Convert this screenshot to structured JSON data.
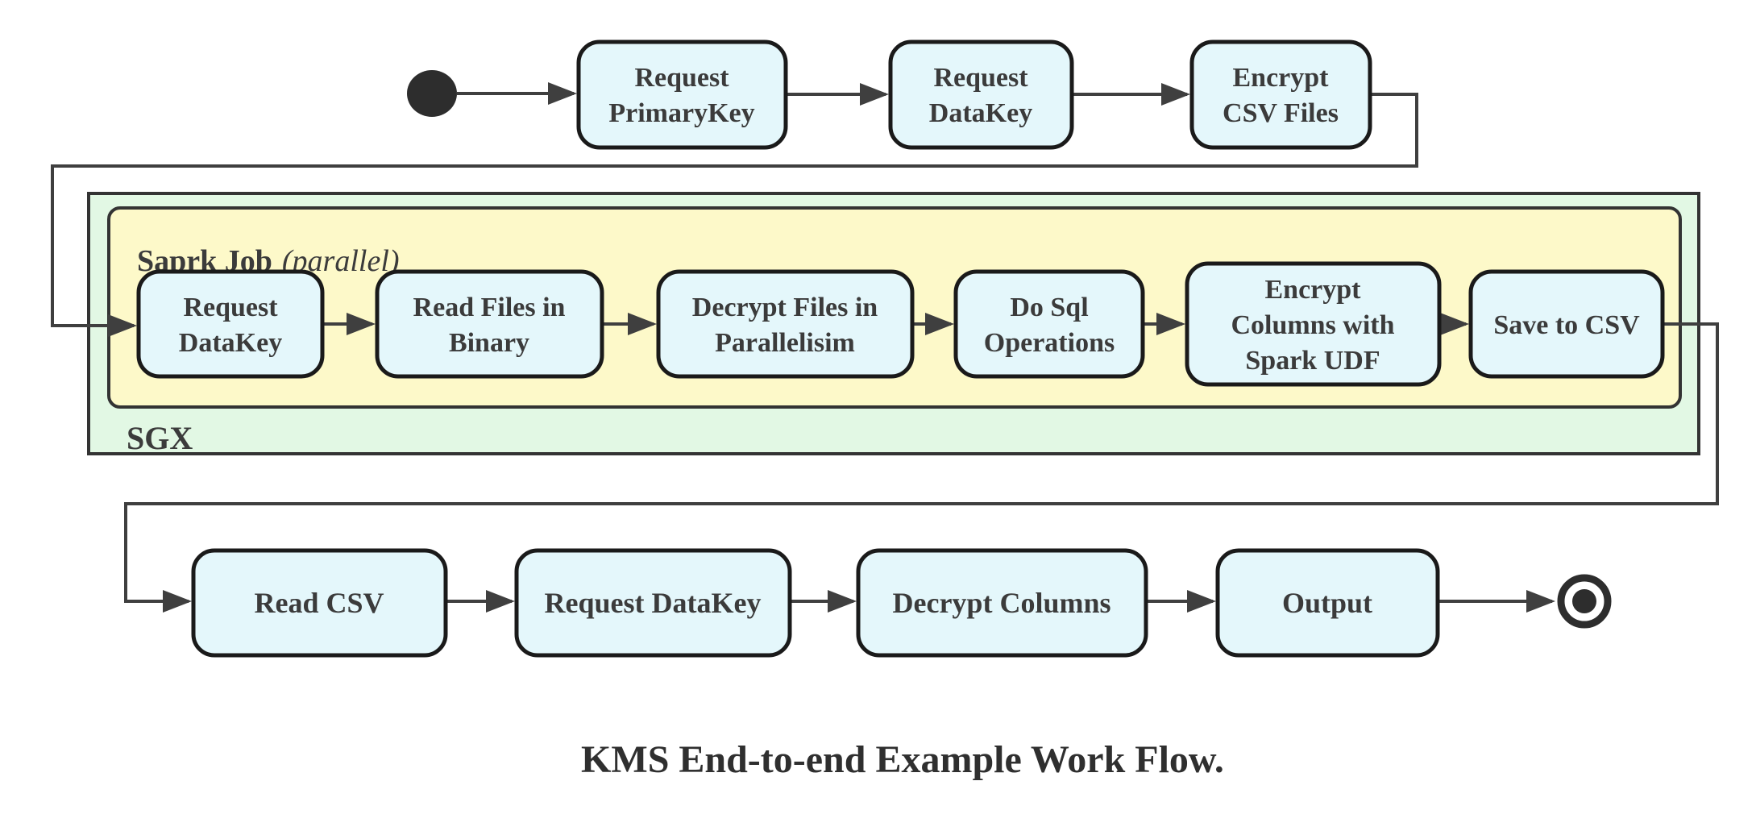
{
  "diagram": {
    "caption": "KMS End-to-end Example Work Flow.",
    "colors": {
      "node_fill": "#e4f7fb",
      "node_border": "#1a1a1a",
      "edge": "#3f3f3f",
      "sgx_fill": "#e2f8e4",
      "spark_fill": "#fdf9c9",
      "container_border": "#333333",
      "text": "#3b3b3b",
      "start_end": "#2d2d2d"
    },
    "start": {
      "symbol": "filled-circle"
    },
    "end": {
      "symbol": "ring-circle"
    },
    "containers": {
      "sgx": {
        "label": "SGX"
      },
      "spark": {
        "label": "Saprk Job",
        "qualifier": "(parallel)"
      }
    },
    "nodes": {
      "n1": {
        "lines": [
          "Request",
          "PrimaryKey"
        ]
      },
      "n2": {
        "lines": [
          "Request",
          "DataKey"
        ]
      },
      "n3": {
        "lines": [
          "Encrypt",
          "CSV Files"
        ]
      },
      "i1": {
        "lines": [
          "Request",
          "DataKey"
        ]
      },
      "i2": {
        "lines": [
          "Read Files in",
          "Binary"
        ]
      },
      "i3": {
        "lines": [
          "Decrypt Files in",
          "Parallelisim"
        ]
      },
      "i4": {
        "lines": [
          "Do Sql",
          "Operations"
        ]
      },
      "i5": {
        "lines": [
          "Encrypt",
          "Columns with",
          "Spark UDF"
        ]
      },
      "i6": {
        "lines": [
          "Save to CSV"
        ]
      },
      "b1": {
        "lines": [
          "Read CSV"
        ]
      },
      "b2": {
        "lines": [
          "Request DataKey"
        ]
      },
      "b3": {
        "lines": [
          "Decrypt Columns"
        ]
      },
      "b4": {
        "lines": [
          "Output"
        ]
      }
    },
    "edges": [
      {
        "from": "start",
        "to": "Request PrimaryKey"
      },
      {
        "from": "Request PrimaryKey",
        "to": "Request DataKey"
      },
      {
        "from": "Request DataKey",
        "to": "Encrypt CSV Files"
      },
      {
        "from": "Encrypt CSV Files",
        "to": "Request DataKey (Spark Job)"
      },
      {
        "from": "Request DataKey (Spark Job)",
        "to": "Read Files in Binary"
      },
      {
        "from": "Read Files in Binary",
        "to": "Decrypt Files in Parallelisim"
      },
      {
        "from": "Decrypt Files in Parallelisim",
        "to": "Do Sql Operations"
      },
      {
        "from": "Do Sql Operations",
        "to": "Encrypt Columns with Spark UDF"
      },
      {
        "from": "Encrypt Columns with Spark UDF",
        "to": "Save to CSV"
      },
      {
        "from": "Save to CSV",
        "to": "Read CSV"
      },
      {
        "from": "Read CSV",
        "to": "Request DataKey (bottom)"
      },
      {
        "from": "Request DataKey (bottom)",
        "to": "Decrypt Columns"
      },
      {
        "from": "Decrypt Columns",
        "to": "Output"
      },
      {
        "from": "Output",
        "to": "end"
      }
    ]
  }
}
